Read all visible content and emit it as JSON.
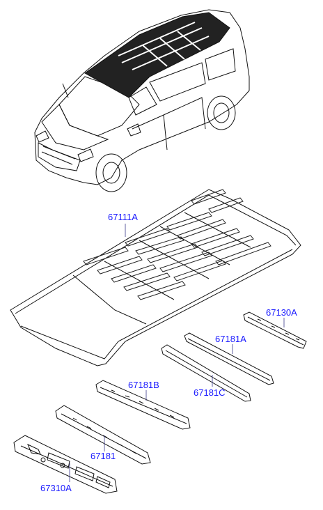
{
  "callouts": {
    "roof_panel": "67111A",
    "rail_67130a": "67130A",
    "rail_67181a": "67181A",
    "rail_67181c": "67181C",
    "rail_67181b": "67181B",
    "rail_67181": "67181",
    "rail_67310a": "67310A"
  },
  "colors": {
    "leader": "#3a3a8a",
    "label": "#1a1aff",
    "line_art": "#111111"
  }
}
